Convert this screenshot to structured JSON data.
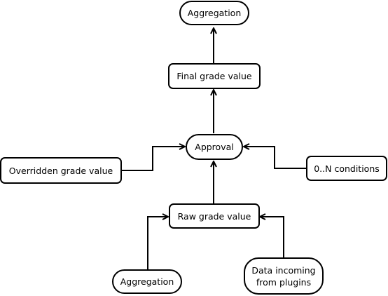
{
  "diagram": {
    "nodes": {
      "aggregation_top": {
        "label": "Aggregation"
      },
      "final_grade": {
        "label": "Final grade value"
      },
      "approval": {
        "label": "Approval"
      },
      "overridden_grade": {
        "label": "Overridden grade value"
      },
      "conditions": {
        "label": "0..N conditions"
      },
      "raw_grade": {
        "label": "Raw grade value"
      },
      "aggregation_bottom": {
        "label": "Aggregation"
      },
      "plugins_data": {
        "line1": "Data incoming",
        "line2": "from plugins"
      }
    }
  }
}
